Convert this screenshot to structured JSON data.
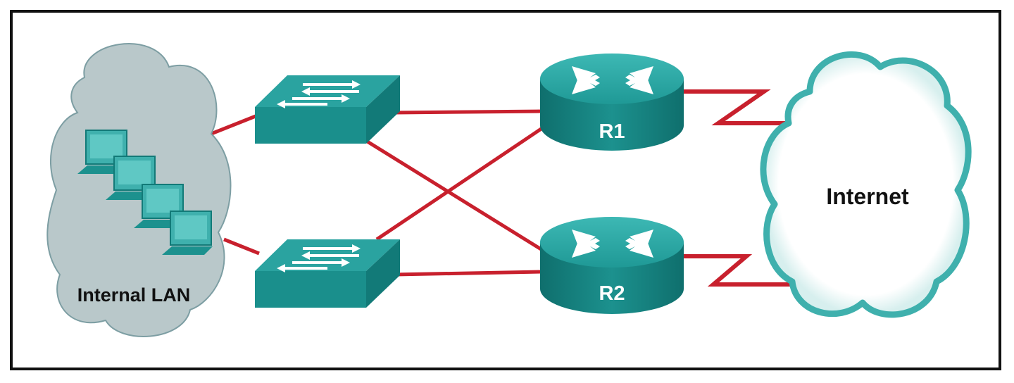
{
  "diagram": {
    "lan_cloud": {
      "label": "Internal LAN"
    },
    "internet_cloud": {
      "label": "Internet"
    },
    "routers": [
      {
        "label": "R1"
      },
      {
        "label": "R2"
      }
    ],
    "colors": {
      "link": "#c8202d",
      "device_top": "#2aa3a0",
      "device_side": "#127a78",
      "device_front": "#1a8f8c",
      "lan_cloud_fill": "#b9c8ca",
      "lan_cloud_stroke": "#7d9ea3",
      "internet_cloud_stroke": "#3fb0ad",
      "frame": "#111111"
    },
    "icons": [
      "cloud-icon",
      "switch-icon",
      "router-icon",
      "pc-icon",
      "serial-link-icon"
    ]
  }
}
